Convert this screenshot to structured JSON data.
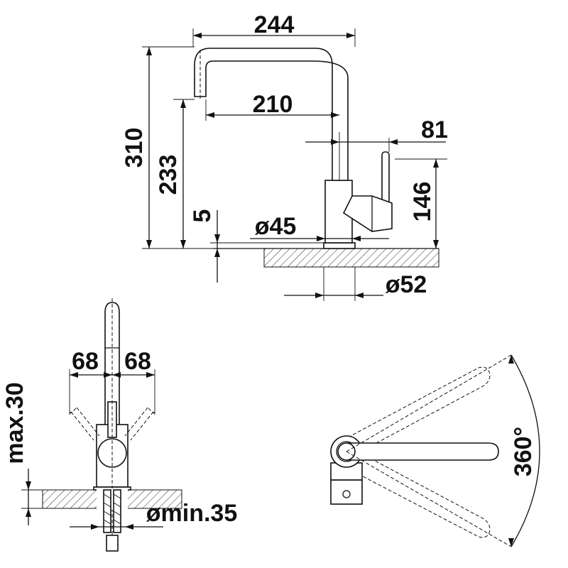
{
  "dimensions": {
    "width_244": "244",
    "width_210": "210",
    "offset_81": "81",
    "height_310": "310",
    "height_233": "233",
    "height_146": "146",
    "gap_5": "5",
    "dia_45": "ø45",
    "dia_52": "ø52",
    "lever_left_68": "68",
    "lever_right_68": "68",
    "max_30": "max.30",
    "hole_min_35": "ømin.35",
    "swivel_360": "360°"
  }
}
